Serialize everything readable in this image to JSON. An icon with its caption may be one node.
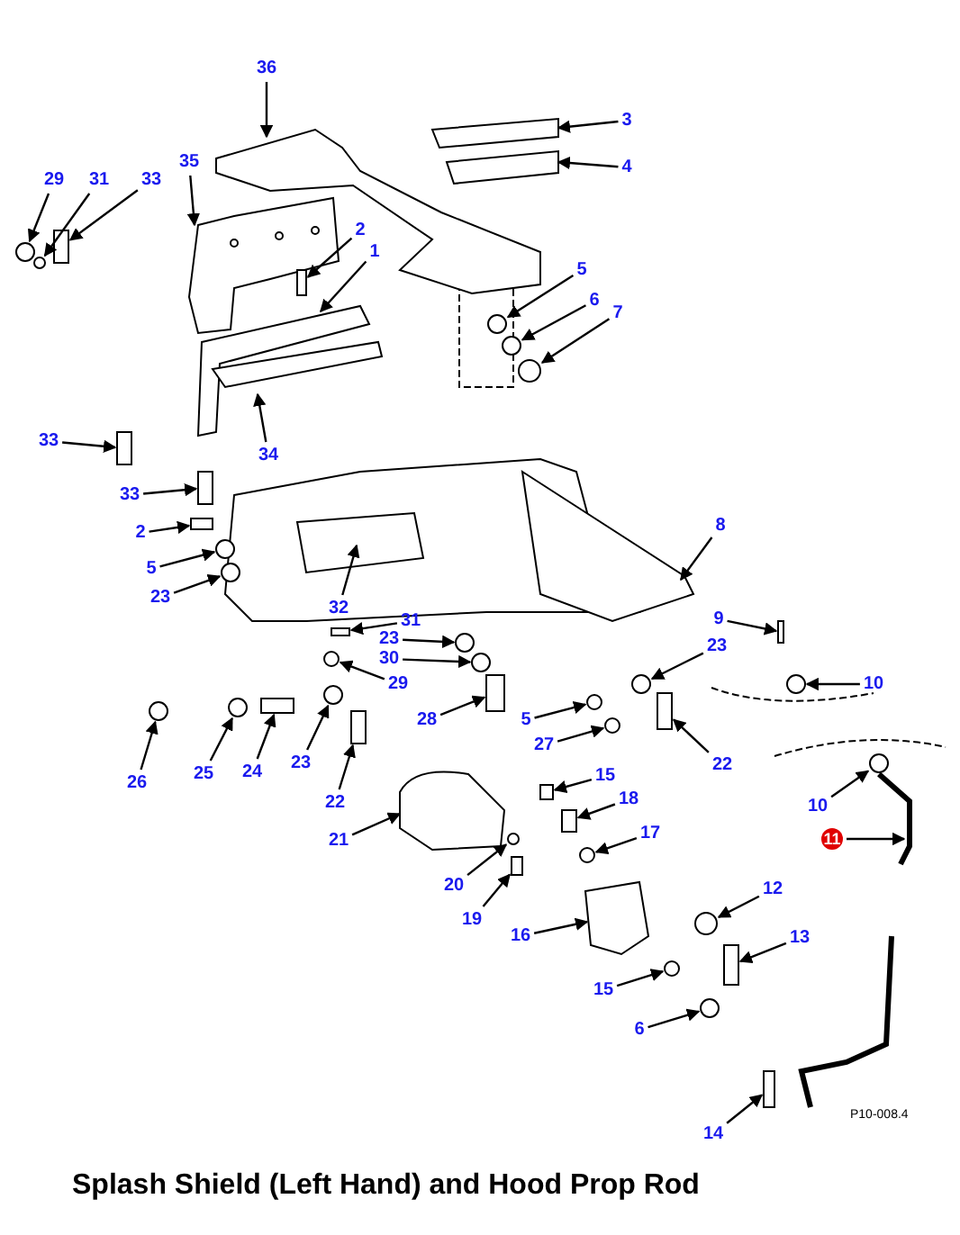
{
  "diagram": {
    "caption": "Splash Shield (Left Hand) and Hood Prop Rod",
    "nodes": [
      {
        "text": [
          "36"
        ]
      },
      {
        "text": [
          "3"
        ]
      },
      {
        "text": [
          "4"
        ]
      },
      {
        "text": [
          "35"
        ]
      },
      {
        "text": [
          "33"
        ]
      },
      {
        "text": [
          "31"
        ]
      },
      {
        "text": [
          "29"
        ]
      },
      {
        "text": [
          "2"
        ]
      },
      {
        "text": [
          "1"
        ]
      },
      {
        "text": [
          "5"
        ]
      },
      {
        "text": [
          "6"
        ]
      },
      {
        "text": [
          "7"
        ]
      },
      {
        "text": [
          "34"
        ]
      },
      {
        "text": [
          "33"
        ]
      },
      {
        "text": [
          "33"
        ]
      },
      {
        "text": [
          "2"
        ]
      },
      {
        "text": [
          "8"
        ]
      },
      {
        "text": [
          "5"
        ]
      },
      {
        "text": [
          "23"
        ]
      },
      {
        "text": [
          "32"
        ]
      },
      {
        "text": [
          "31"
        ]
      },
      {
        "text": [
          "9"
        ]
      },
      {
        "text": [
          "23"
        ]
      },
      {
        "text": [
          "30"
        ]
      },
      {
        "text": [
          "23"
        ]
      },
      {
        "text": [
          "29"
        ]
      },
      {
        "text": [
          "10"
        ]
      },
      {
        "text": [
          "28"
        ]
      },
      {
        "text": [
          "5"
        ]
      },
      {
        "text": [
          "27"
        ]
      },
      {
        "text": [
          "22"
        ]
      },
      {
        "text": [
          "26"
        ]
      },
      {
        "text": [
          "25"
        ]
      },
      {
        "text": [
          "24"
        ]
      },
      {
        "text": [
          "23"
        ]
      },
      {
        "text": [
          "15"
        ]
      },
      {
        "text": [
          "22"
        ]
      },
      {
        "text": [
          "18"
        ]
      },
      {
        "text": [
          "10"
        ]
      },
      {
        "text": [
          "11"
        ]
      },
      {
        "text": [
          "17"
        ]
      },
      {
        "text": [
          "21"
        ]
      },
      {
        "text": [
          "20"
        ]
      },
      {
        "text": [
          "19"
        ]
      },
      {
        "text": [
          "12"
        ]
      },
      {
        "text": [
          "16"
        ]
      },
      {
        "text": [
          "13"
        ]
      },
      {
        "text": [
          "15"
        ]
      },
      {
        "text": [
          "6"
        ]
      },
      {
        "text": [
          "14"
        ]
      },
      {
        "text": [],
        "shape": "picture"
      },
      {
        "text": [],
        "shape": "picture"
      },
      {
        "text": [],
        "shape": "picture"
      },
      {
        "text": [],
        "shape": "picture"
      },
      {
        "text": [],
        "shape": "box"
      },
      {
        "text": [],
        "shape": "circle"
      },
      {
        "text": [],
        "shape": "circle"
      },
      {
        "text": [],
        "shape": "box"
      },
      {
        "text": [],
        "shape": "picture"
      },
      {
        "text": [],
        "shape": "circle"
      },
      {
        "text": [],
        "shape": "circle"
      },
      {
        "text": [],
        "shape": "circle"
      },
      {
        "text": [],
        "shape": "picture"
      },
      {
        "text": [],
        "shape": "box"
      },
      {
        "text": [],
        "shape": "box"
      },
      {
        "text": [],
        "shape": "box"
      },
      {
        "text": [],
        "shape": "picture"
      },
      {
        "text": [],
        "shape": "circle"
      },
      {
        "text": [],
        "shape": "circle"
      },
      {
        "text": [],
        "shape": "picture"
      },
      {
        "text": [],
        "shape": "box"
      },
      {
        "text": [],
        "shape": "box"
      },
      {
        "text": [],
        "shape": "circle"
      },
      {
        "text": [],
        "shape": "circle"
      },
      {
        "text": [],
        "shape": "circle"
      },
      {
        "text": [],
        "shape": "circle"
      },
      {
        "text": [],
        "shape": "circle"
      },
      {
        "text": [],
        "shape": "box"
      },
      {
        "text": [],
        "shape": "circle"
      },
      {
        "text": [],
        "shape": "circle"
      },
      {
        "text": [],
        "shape": "box"
      },
      {
        "text": [],
        "shape": "circle"
      },
      {
        "text": [],
        "shape": "circle"
      },
      {
        "text": [],
        "shape": "box"
      },
      {
        "text": [],
        "shape": "circle"
      },
      {
        "text": [],
        "shape": "box"
      },
      {
        "text": [],
        "shape": "box"
      },
      {
        "text": [],
        "shape": "box"
      },
      {
        "text": [],
        "shape": "circle"
      },
      {
        "text": [],
        "shape": "picture"
      },
      {
        "text": [],
        "shape": "circle"
      },
      {
        "text": [],
        "shape": "picture"
      },
      {
        "text": [],
        "shape": "circle"
      },
      {
        "text": [],
        "shape": "box"
      },
      {
        "text": [],
        "shape": "circle"
      },
      {
        "text": [],
        "shape": "picture"
      },
      {
        "text": [],
        "shape": "box"
      },
      {
        "text": [],
        "shape": "circle"
      },
      {
        "text": [],
        "shape": "circle"
      },
      {
        "text": [],
        "shape": "box"
      }
    ],
    "edges": [
      {
        "from": 0,
        "to": 50,
        "arrow": "to"
      },
      {
        "from": 1,
        "to": 51,
        "arrow": "to"
      },
      {
        "from": 2,
        "to": 52,
        "arrow": "to"
      },
      {
        "from": 3,
        "to": 53,
        "arrow": "to"
      },
      {
        "from": 4,
        "to": 54,
        "arrow": "to"
      },
      {
        "from": 5,
        "to": 55,
        "arrow": "to"
      },
      {
        "from": 6,
        "to": 56,
        "arrow": "to"
      },
      {
        "from": 7,
        "to": 57,
        "arrow": "to"
      },
      {
        "from": 8,
        "to": 58,
        "arrow": "to"
      },
      {
        "from": 9,
        "to": 59,
        "arrow": "to"
      },
      {
        "from": 10,
        "to": 60,
        "arrow": "to"
      },
      {
        "from": 11,
        "to": 61,
        "arrow": "to"
      },
      {
        "from": 12,
        "to": 62,
        "arrow": "to"
      },
      {
        "from": 13,
        "to": 63,
        "arrow": "to"
      },
      {
        "from": 14,
        "to": 64,
        "arrow": "to"
      },
      {
        "from": 15,
        "to": 65,
        "arrow": "to"
      },
      {
        "from": 16,
        "to": 66,
        "arrow": "to"
      },
      {
        "from": 17,
        "to": 67,
        "arrow": "to"
      },
      {
        "from": 18,
        "to": 68,
        "arrow": "to"
      },
      {
        "from": 19,
        "to": 69,
        "arrow": "to"
      },
      {
        "from": 20,
        "to": 70,
        "arrow": "to"
      },
      {
        "from": 21,
        "to": 71,
        "arrow": "to"
      },
      {
        "from": 22,
        "to": 72,
        "arrow": "to"
      },
      {
        "from": 23,
        "to": 73,
        "arrow": "to"
      },
      {
        "from": 24,
        "to": 74,
        "arrow": "to"
      },
      {
        "from": 25,
        "to": 75,
        "arrow": "to"
      },
      {
        "from": 26,
        "to": 76,
        "arrow": "to"
      },
      {
        "from": 27,
        "to": 77,
        "arrow": "to"
      },
      {
        "from": 28,
        "to": 78,
        "arrow": "to"
      },
      {
        "from": 29,
        "to": 79,
        "arrow": "to"
      },
      {
        "from": 30,
        "to": 80,
        "arrow": "to"
      },
      {
        "from": 31,
        "to": 81,
        "arrow": "to"
      },
      {
        "from": 32,
        "to": 82,
        "arrow": "to"
      },
      {
        "from": 33,
        "to": 83,
        "arrow": "to"
      },
      {
        "from": 34,
        "to": 84,
        "arrow": "to"
      },
      {
        "from": 35,
        "to": 85,
        "arrow": "to"
      },
      {
        "from": 36,
        "to": 86,
        "arrow": "to"
      },
      {
        "from": 37,
        "to": 87,
        "arrow": "to"
      },
      {
        "from": 38,
        "to": 88,
        "arrow": "to"
      },
      {
        "from": 39,
        "to": 89,
        "arrow": "to"
      },
      {
        "from": 40,
        "to": 90,
        "arrow": "to"
      },
      {
        "from": 41,
        "to": 91,
        "arrow": "to"
      },
      {
        "from": 42,
        "to": 92,
        "arrow": "to"
      },
      {
        "from": 43,
        "to": 93,
        "arrow": "to"
      },
      {
        "from": 44,
        "to": 94,
        "arrow": "to"
      },
      {
        "from": 45,
        "to": 95,
        "arrow": "to"
      },
      {
        "from": 46,
        "to": 96,
        "arrow": "to"
      },
      {
        "from": 47,
        "to": 97,
        "arrow": "to"
      },
      {
        "from": 48,
        "to": 98,
        "arrow": "to"
      },
      {
        "from": 49,
        "to": 99,
        "arrow": "to"
      }
    ],
    "labels": [
      "P10-008.4"
    ]
  }
}
